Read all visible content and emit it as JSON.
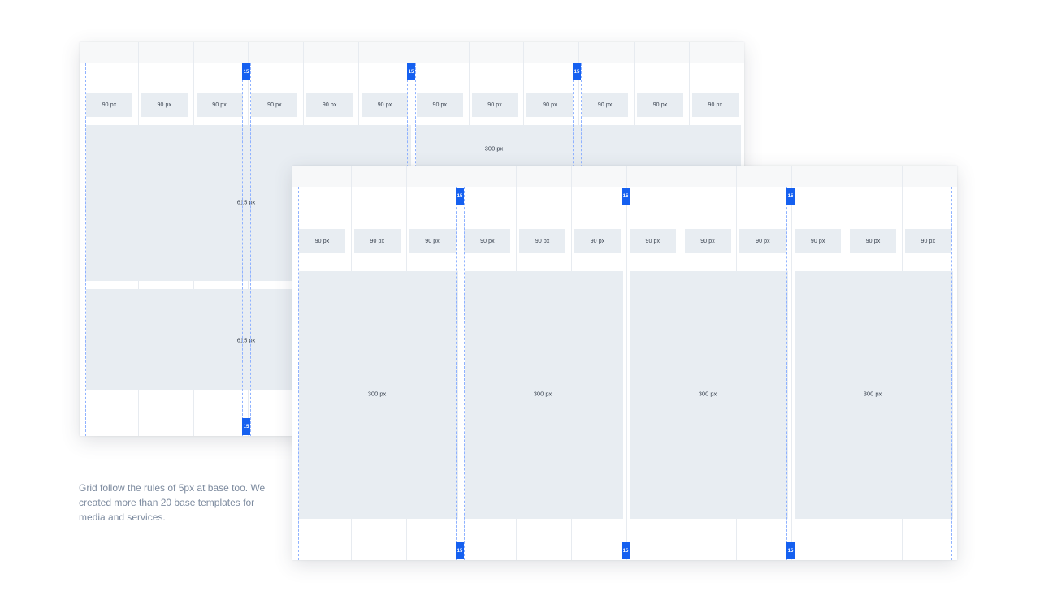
{
  "caption": "Grid follow the rules of 5px at base too. We created more than 20 base templates for media and services.",
  "colors": {
    "marker": "#1560f0",
    "guide": "#8fb2ff",
    "block": "#e8edf2",
    "caption": "#7d8b9f"
  },
  "back_grid": {
    "column_label": "90 px",
    "gutter_marker": "15",
    "blocks": [
      {
        "label": "300 px"
      },
      {
        "label": "615 px"
      },
      {
        "label": "615 px"
      }
    ]
  },
  "front_grid": {
    "column_label": "90 px",
    "gutter_marker": "15",
    "blocks": [
      {
        "label": "300 px"
      },
      {
        "label": "300 px"
      },
      {
        "label": "300 px"
      },
      {
        "label": "300 px"
      }
    ]
  }
}
